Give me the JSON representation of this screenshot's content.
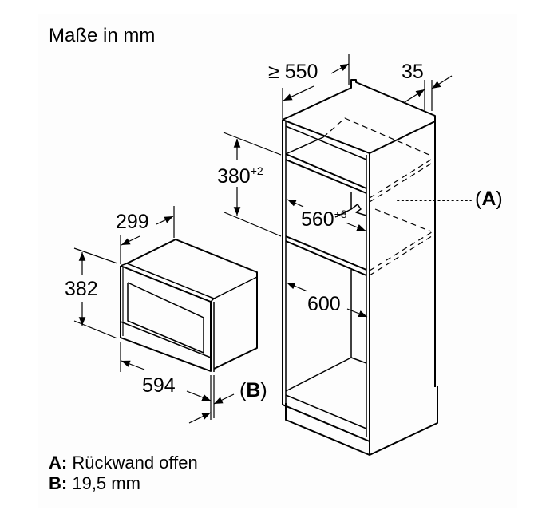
{
  "title": "Maße in mm",
  "dimensions": {
    "cabinet_depth": {
      "prefix": "≥",
      "value": "550"
    },
    "front_offset": {
      "value": "35"
    },
    "niche_height": {
      "value": "380",
      "tolerance": "+2"
    },
    "niche_width": {
      "value": "560",
      "tolerance": "+8"
    },
    "cabinet_width": {
      "value": "600"
    },
    "appliance_depth": {
      "value": "299"
    },
    "appliance_height": {
      "value": "382"
    },
    "appliance_width": {
      "value": "594"
    }
  },
  "callouts": {
    "a": {
      "open": "(",
      "key": "A",
      "close": ")"
    },
    "b": {
      "open": "(",
      "key": "B",
      "close": ")"
    }
  },
  "legend": [
    {
      "key": "A:",
      "text": "Rückwand offen"
    },
    {
      "key": "B:",
      "text": "19,5 mm"
    }
  ],
  "colors": {
    "line": "#000000",
    "background": "#ffffff"
  }
}
